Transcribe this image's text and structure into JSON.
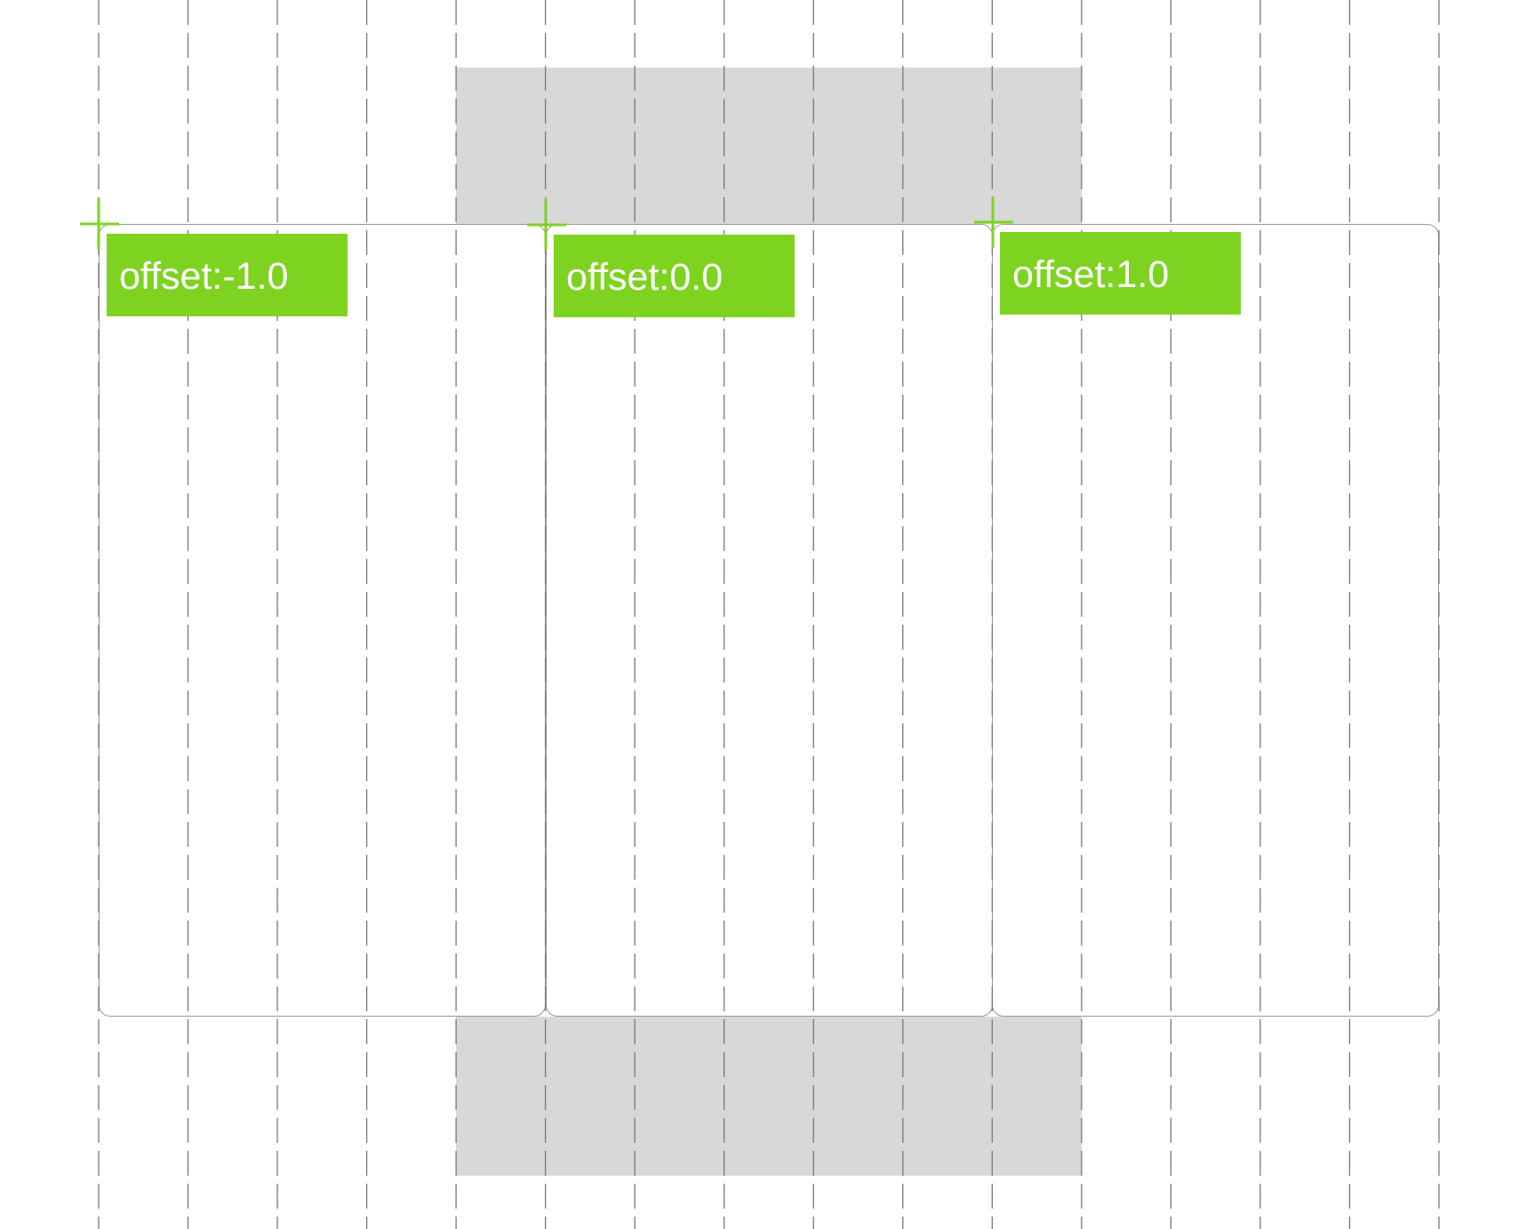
{
  "cards": [
    {
      "label": "offset:-1.0"
    },
    {
      "label": "offset:0.0"
    },
    {
      "label": "offset:1.0"
    }
  ],
  "colors": {
    "accent": "#7ed321",
    "band": "#d8d8d8",
    "guide": "#777777"
  }
}
